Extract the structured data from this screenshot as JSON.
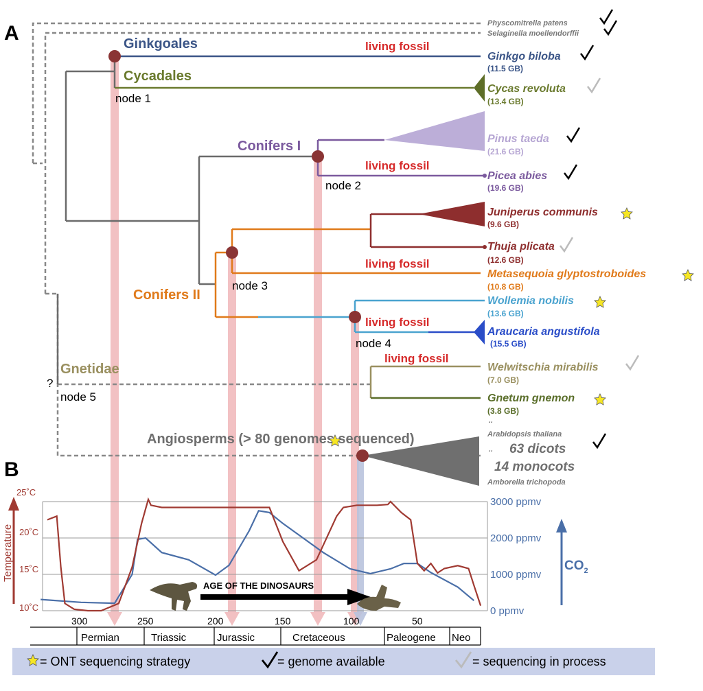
{
  "panels": {
    "a": "A",
    "b": "B"
  },
  "clades": {
    "ginkgoales": "Ginkgoales",
    "cycadales": "Cycadales",
    "conifers1": "Conifers I",
    "conifers2": "Conifers II",
    "gnetidae": "Gnetidae",
    "angiosperms": "Angiosperms (> 80 genomes sequenced)"
  },
  "living_fossil": "living fossil",
  "nodes": {
    "n1": "node 1",
    "n2": "node 2",
    "n3": "node 3",
    "n4": "node 4",
    "n5": "node 5",
    "unknown": "?"
  },
  "species": [
    {
      "name": "Physcomitrella patens",
      "status": "available"
    },
    {
      "name": "Selaginella moellendorffii",
      "status": "available"
    },
    {
      "name": "Ginkgo biloba",
      "size": "(11.5 GB)",
      "status": "available"
    },
    {
      "name": "Cycas revoluta",
      "size": "(13.4 GB)",
      "status": "in-process"
    },
    {
      "name": "Pinus taeda",
      "size": "(21.6 GB)",
      "status": "available"
    },
    {
      "name": "Picea abies",
      "size": "(19.6 GB)",
      "status": "available"
    },
    {
      "name": "Juniperus communis",
      "size": "(9.6 GB)",
      "status": "ont"
    },
    {
      "name": "Thuja plicata",
      "size": "(12.6 GB)",
      "status": "in-process"
    },
    {
      "name": "Metasequoia glyptostroboides",
      "size": "(10.8 GB)",
      "status": "ont"
    },
    {
      "name": "Wollemia nobilis",
      "size": "(13.6 GB)",
      "status": "ont"
    },
    {
      "name": "Araucaria angustifola",
      "size": "(15.5 GB)",
      "status": "none"
    },
    {
      "name": "Welwitschia mirabilis",
      "size": "(7.0 GB)",
      "status": "in-process"
    },
    {
      "name": "Gnetum gnemon",
      "size": "(3.8 GB)",
      "status": "ont"
    }
  ],
  "angio": {
    "top": "Arabidopsis thaliana",
    "dicots": "63 dicots",
    "monocots": "14 monocots",
    "bottom": "Amborella trichopoda",
    "dots1": "..",
    "dots2": ".."
  },
  "panel_b": {
    "temp_label": "Temperature",
    "co2_label": "CO",
    "co2_sub": "2",
    "temp_ticks": [
      "25˚C",
      "20˚C",
      "15˚C",
      "10˚C"
    ],
    "co2_ticks": [
      "3000 ppmv",
      "2000 ppmv",
      "1000 ppmv",
      "0 ppmv"
    ],
    "time_ticks": [
      "300",
      "250",
      "200",
      "150",
      "100",
      "50"
    ],
    "periods": [
      "Permian",
      "Triassic",
      "Jurassic",
      "Cretaceous",
      "Paleogene",
      "Neo"
    ],
    "dino_banner": "AGE OF THE DINOSAURS"
  },
  "chart_data": {
    "type": "line",
    "xlabel": "",
    "x_unit_note": "",
    "xlim": [
      330,
      0
    ],
    "series": [
      {
        "name": "Temperature",
        "axis": "left",
        "ylim": [
          10,
          25
        ],
        "x": [
          325,
          318,
          315,
          312,
          305,
          295,
          285,
          272,
          262,
          255,
          252,
          250,
          248,
          240,
          220,
          200,
          185,
          170,
          160,
          150,
          138,
          125,
          115,
          110,
          105,
          95,
          80,
          72,
          70,
          62,
          55,
          50,
          45,
          40,
          35,
          30,
          20,
          12,
          8,
          3
        ],
        "y": [
          22.5,
          23,
          16,
          11,
          10.2,
          10,
          10,
          11,
          16,
          22,
          24,
          25.3,
          24.5,
          24.2,
          24.2,
          24.2,
          24.2,
          24.2,
          24.2,
          19.5,
          15.5,
          17,
          21,
          23,
          24.2,
          24.5,
          24.5,
          24.6,
          25,
          23.5,
          22.5,
          16.5,
          15.5,
          16.5,
          15.2,
          15.8,
          16.2,
          15.8,
          13.5,
          10.7
        ]
      },
      {
        "name": "CO2",
        "axis": "right",
        "ylim": [
          0,
          3000
        ],
        "x": [
          330,
          300,
          275,
          262,
          258,
          252,
          240,
          220,
          200,
          190,
          175,
          168,
          160,
          150,
          120,
          100,
          85,
          70,
          60,
          50,
          40,
          20,
          8
        ],
        "y": [
          310,
          230,
          205,
          1000,
          1960,
          2000,
          1600,
          1400,
          980,
          1250,
          2200,
          2750,
          2700,
          2400,
          1600,
          1150,
          1020,
          1150,
          1300,
          1300,
          1050,
          650,
          280
        ]
      }
    ],
    "right_ylim": [
      0,
      3000
    ]
  },
  "legend": {
    "ont": "= ONT sequencing strategy",
    "available": "= genome available",
    "in_process": "= sequencing in process"
  },
  "colors": {
    "ginkgo": "#3b5587",
    "cycas": "#6a7a2e",
    "conifers1": "#7b5a9e",
    "pinus": "#b6a6d3",
    "juniperus": "#8e2e2e",
    "conifers2": "#e07a1a",
    "wollemia": "#4aa3cf",
    "araucaria": "#2a4dc8",
    "gnetidae": "#9a9060",
    "gnetum": "#5a6e2a",
    "angio": "#707070",
    "living_fossil": "#d62a2a",
    "node": "#8a3434",
    "temperature": "#a03a32",
    "co2": "#4a6fa8",
    "legend_bg": "#c9d1ea"
  }
}
